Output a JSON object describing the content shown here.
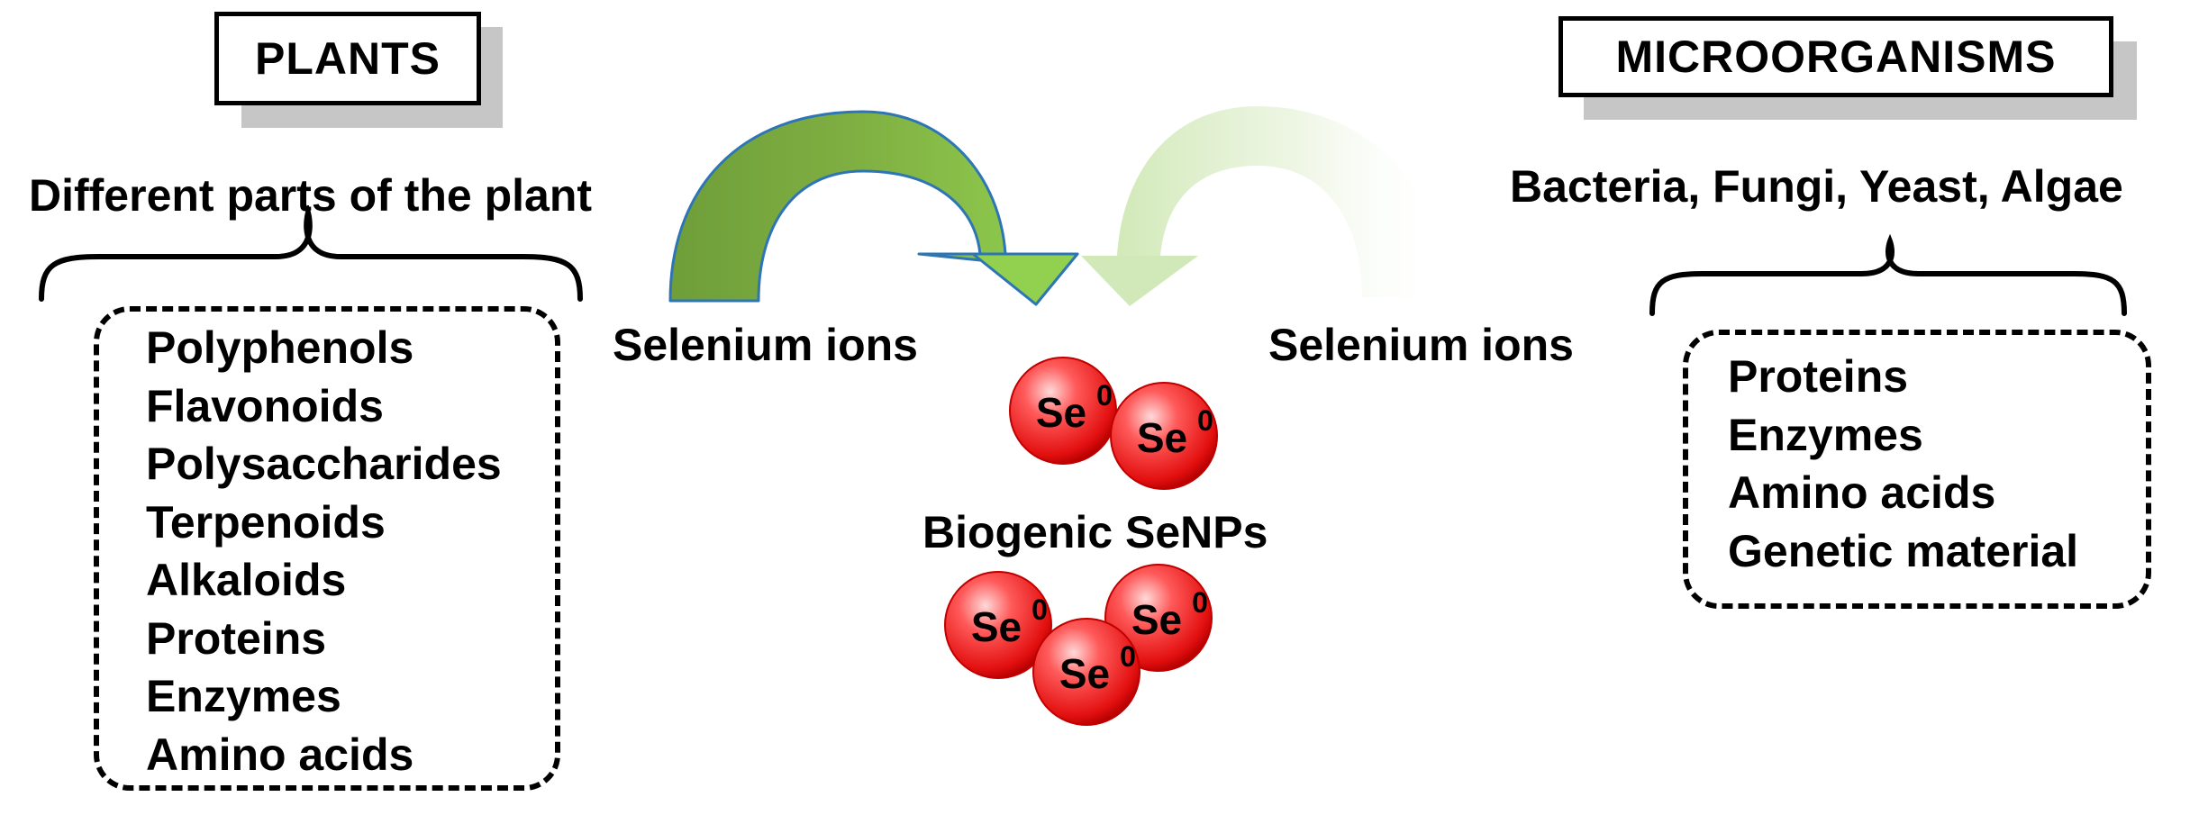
{
  "plants": {
    "title": "PLANTS",
    "subtitle": "Different parts of the plant",
    "items": [
      "Polyphenols",
      "Flavonoids",
      "Polysaccharides",
      "Terpenoids",
      "Alkaloids",
      "Proteins",
      "Enzymes",
      "Amino acids"
    ]
  },
  "microorganisms": {
    "title": "MICROORGANISMS",
    "subtitle": "Bacteria, Fungi, Yeast, Algae",
    "items": [
      "Proteins",
      "Enzymes",
      "Amino acids",
      "Genetic material"
    ]
  },
  "center": {
    "left_ion_label": "Selenium ions",
    "right_ion_label": "Selenium ions",
    "product_label": "Biogenic SeNPs",
    "particle_symbol": "Se",
    "particle_charge": "0"
  },
  "colors": {
    "left_arrow_dark": "#6f9e3a",
    "left_arrow_light": "#92d050",
    "arrow_outline": "#2e75b6",
    "right_arrow": "#cfe8b4",
    "particle": "#e31010",
    "shadow": "#c6c6c6"
  }
}
